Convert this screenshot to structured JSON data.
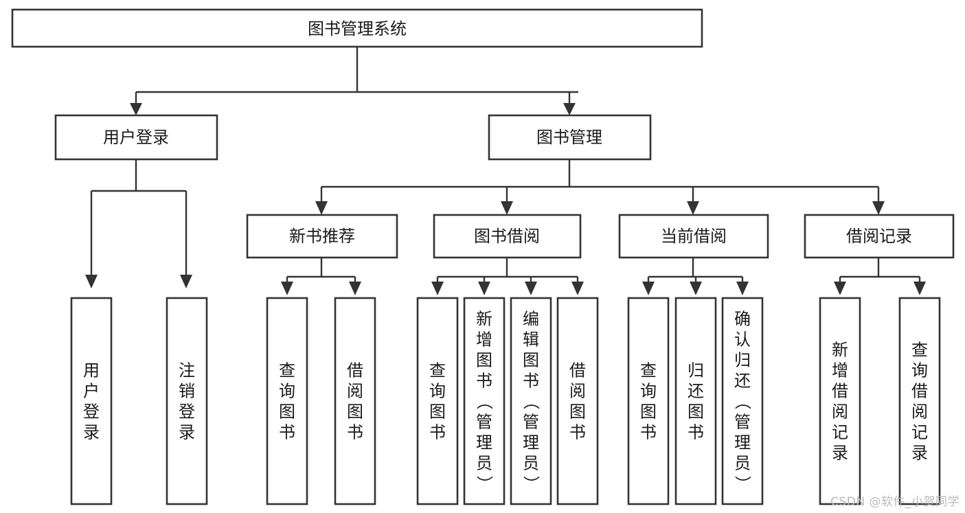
{
  "diagram": {
    "type": "tree-hierarchy-chart",
    "title": "图书管理系统",
    "colors": {
      "box_stroke": "#333333",
      "box_fill": "#ffffff",
      "connector": "#333333",
      "text": "#1a1a1a",
      "background": "#ffffff",
      "watermark": "#b9b9b9"
    },
    "levels": [
      {
        "level": 1,
        "nodes": [
          {
            "id": "root",
            "label": "图书管理系统",
            "orientation": "horizontal"
          }
        ]
      },
      {
        "level": 2,
        "nodes": [
          {
            "id": "login",
            "label": "用户登录",
            "orientation": "horizontal",
            "parent": "root"
          },
          {
            "id": "bookmgmt",
            "label": "图书管理",
            "orientation": "horizontal",
            "parent": "root"
          }
        ]
      },
      {
        "level": 3,
        "nodes": [
          {
            "id": "newbook",
            "label": "新书推荐",
            "orientation": "horizontal",
            "parent": "bookmgmt"
          },
          {
            "id": "borrow",
            "label": "图书借阅",
            "orientation": "horizontal",
            "parent": "bookmgmt"
          },
          {
            "id": "current",
            "label": "当前借阅",
            "orientation": "horizontal",
            "parent": "bookmgmt"
          },
          {
            "id": "record",
            "label": "借阅记录",
            "orientation": "horizontal",
            "parent": "bookmgmt"
          }
        ]
      },
      {
        "level": 4,
        "nodes": [
          {
            "id": "leaf1",
            "label": "用户登录",
            "orientation": "vertical",
            "parent": "login"
          },
          {
            "id": "leaf2",
            "label": "注销登录",
            "orientation": "vertical",
            "parent": "login"
          },
          {
            "id": "leaf3",
            "label": "查询图书",
            "orientation": "vertical",
            "parent": "newbook"
          },
          {
            "id": "leaf4",
            "label": "借阅图书",
            "orientation": "vertical",
            "parent": "newbook"
          },
          {
            "id": "leaf5",
            "label": "查询图书",
            "orientation": "vertical",
            "parent": "borrow"
          },
          {
            "id": "leaf6",
            "label": "新增图书（管理员）",
            "orientation": "vertical",
            "parent": "borrow"
          },
          {
            "id": "leaf7",
            "label": "编辑图书（管理员）",
            "orientation": "vertical",
            "parent": "borrow"
          },
          {
            "id": "leaf8",
            "label": "借阅图书",
            "orientation": "vertical",
            "parent": "borrow"
          },
          {
            "id": "leaf9",
            "label": "查询图书",
            "orientation": "vertical",
            "parent": "current"
          },
          {
            "id": "leaf10",
            "label": "归还图书",
            "orientation": "vertical",
            "parent": "current"
          },
          {
            "id": "leaf11",
            "label": "确认归还（管理员）",
            "orientation": "vertical",
            "parent": "current"
          },
          {
            "id": "leaf12",
            "label": "新增借阅记录",
            "orientation": "vertical",
            "parent": "record"
          },
          {
            "id": "leaf13",
            "label": "查询借阅记录",
            "orientation": "vertical",
            "parent": "record"
          }
        ]
      }
    ]
  },
  "watermark": {
    "text": "CSDN @软件_小贺同学"
  }
}
